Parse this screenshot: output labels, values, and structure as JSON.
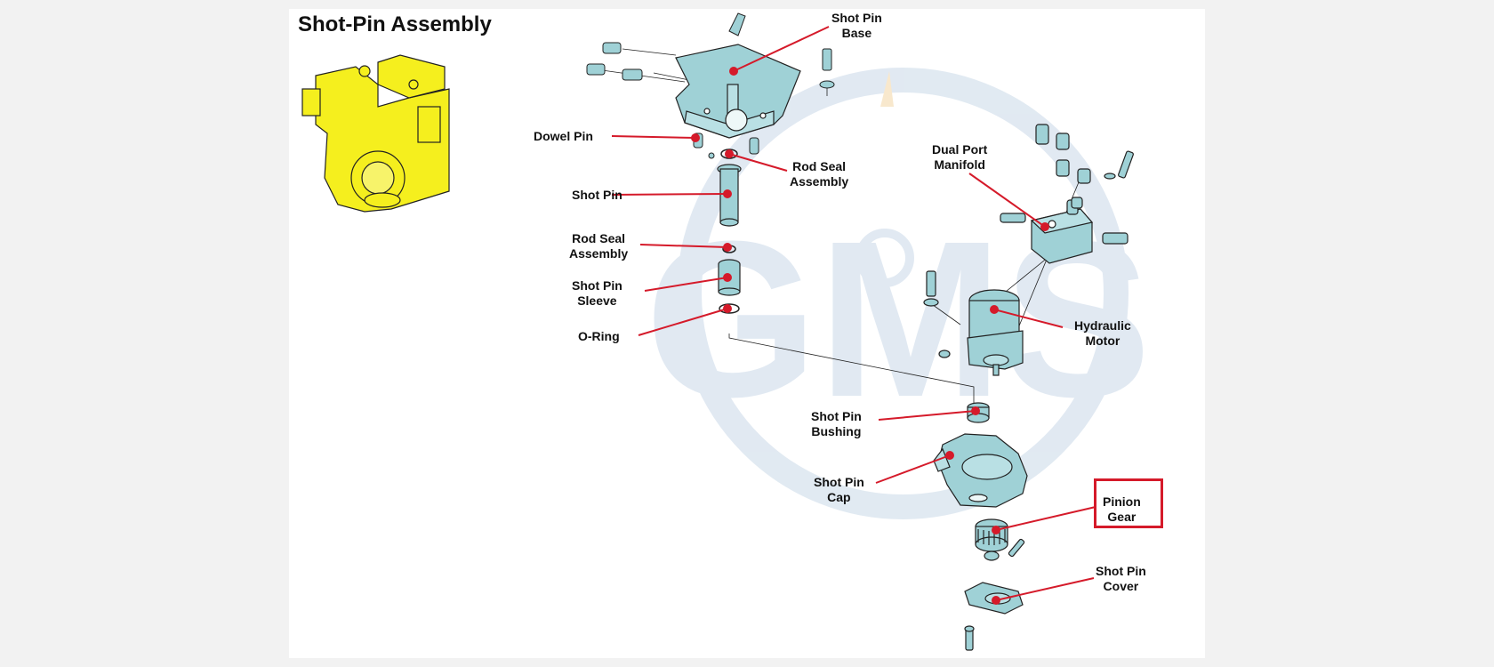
{
  "title": "Shot-Pin Assembly",
  "watermark": "GMS",
  "colors": {
    "part_fill": "#9fd1d6",
    "part_stroke": "#222222",
    "leader": "#d51a2a",
    "highlight": "#d51a2a",
    "thumbnail": "#f5ef1e",
    "watermark": "#c9d8e8"
  },
  "labels": [
    {
      "id": "shot-pin-base",
      "text": "Shot Pin\nBase"
    },
    {
      "id": "dowel-pin",
      "text": "Dowel Pin"
    },
    {
      "id": "rod-seal-assembly-1",
      "text": "Rod Seal\nAssembly"
    },
    {
      "id": "dual-port-manifold",
      "text": "Dual Port\nManifold"
    },
    {
      "id": "shot-pin",
      "text": "Shot Pin"
    },
    {
      "id": "rod-seal-assembly-2",
      "text": "Rod Seal\nAssembly"
    },
    {
      "id": "shot-pin-sleeve",
      "text": "Shot Pin\nSleeve"
    },
    {
      "id": "o-ring",
      "text": "O-Ring"
    },
    {
      "id": "hydraulic-motor",
      "text": "Hydraulic\nMotor"
    },
    {
      "id": "shot-pin-bushing",
      "text": "Shot Pin\nBushing"
    },
    {
      "id": "shot-pin-cap",
      "text": "Shot Pin\nCap"
    },
    {
      "id": "pinion-gear",
      "text": "Pinion\nGear"
    },
    {
      "id": "shot-pin-cover",
      "text": "Shot Pin\nCover"
    }
  ],
  "highlighted_label": "pinion-gear"
}
